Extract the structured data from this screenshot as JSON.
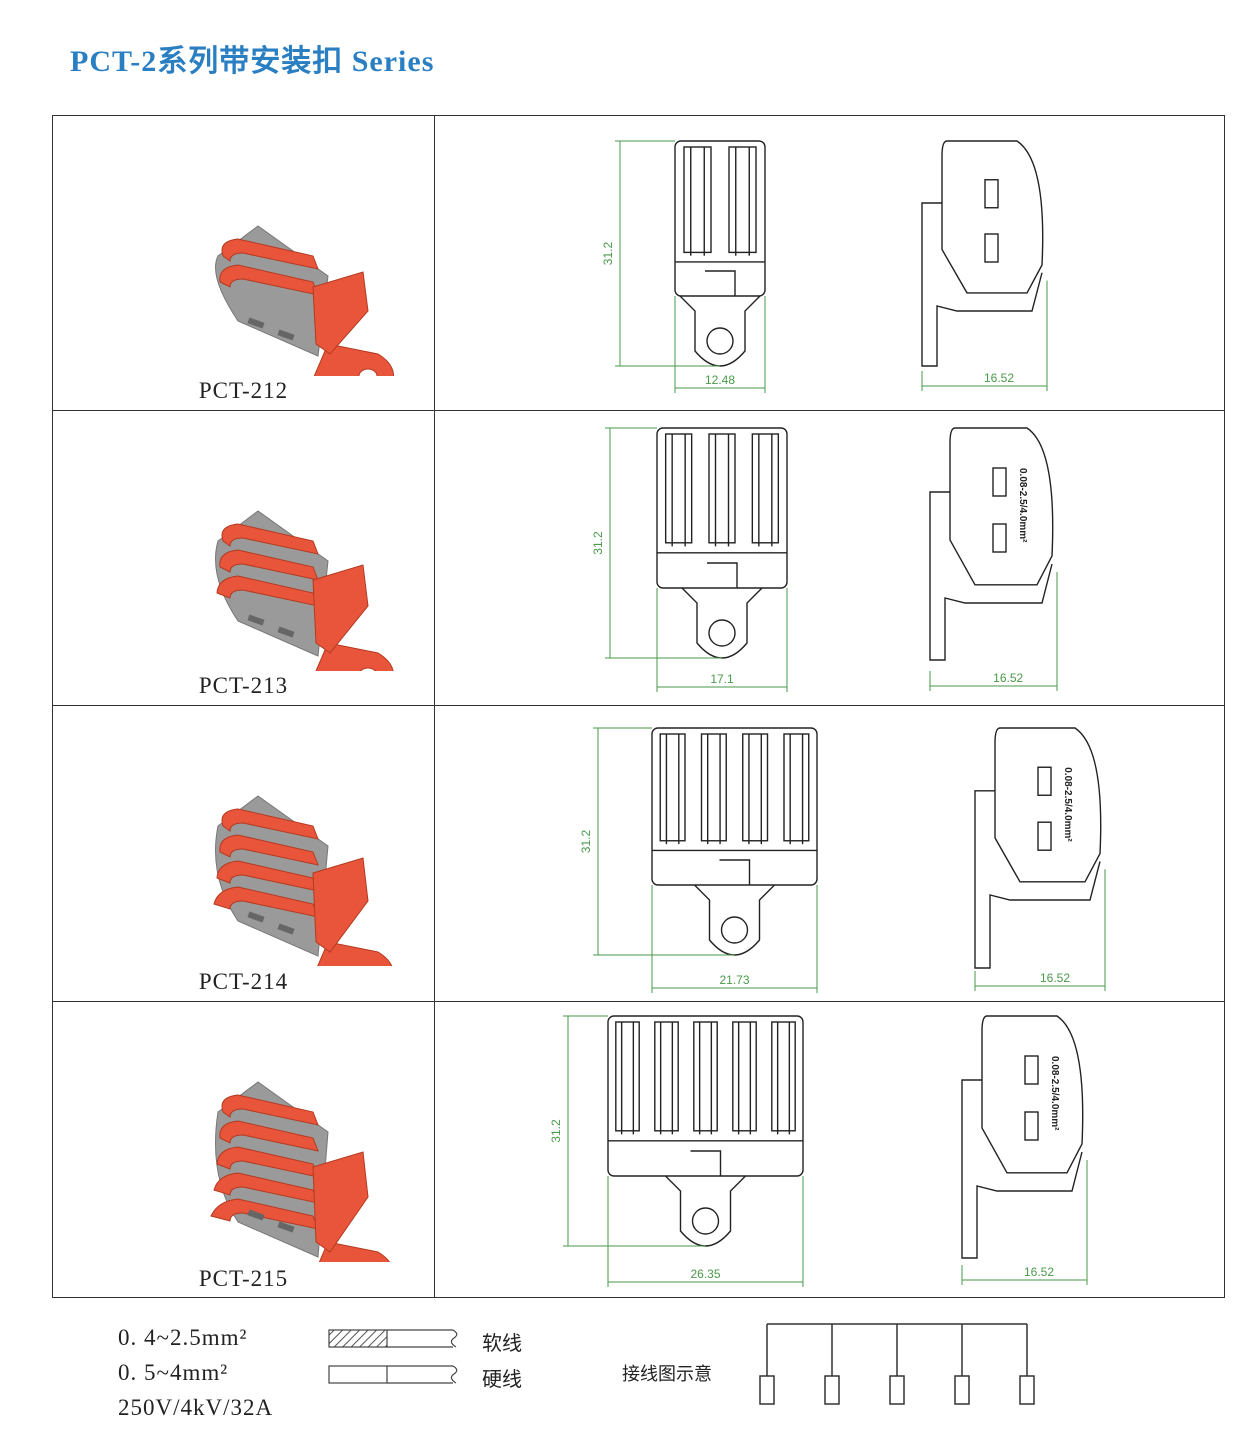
{
  "header": {
    "title": "PCT-2系列带安装扣 Series"
  },
  "products": [
    {
      "model": "PCT-212",
      "height_dim": "31.2",
      "width_dim": "12.48",
      "depth_dim": "16.52",
      "ways": 2
    },
    {
      "model": "PCT-213",
      "height_dim": "31.2",
      "width_dim": "17.1",
      "depth_dim": "16.52",
      "ways": 3
    },
    {
      "model": "PCT-214",
      "height_dim": "31.2",
      "width_dim": "21.73",
      "depth_dim": "16.52",
      "ways": 4
    },
    {
      "model": "PCT-215",
      "height_dim": "31.2",
      "width_dim": "26.35",
      "depth_dim": "16.52",
      "ways": 5
    }
  ],
  "side_label": "0.08-2.5/4.0mm²",
  "footer": {
    "soft_wire_range": "0. 4~2.5mm²",
    "hard_wire_range": "0. 5~4mm²",
    "rating": "250V/4kV/32A",
    "soft_wire_label": "软线",
    "hard_wire_label": "硬线",
    "wiring_diagram_label": "接线图示意"
  },
  "colors": {
    "title": "#2a7ec2",
    "lever": "#e8553a",
    "body": "#9a9a9a",
    "dimension": "#4a9a4a"
  }
}
